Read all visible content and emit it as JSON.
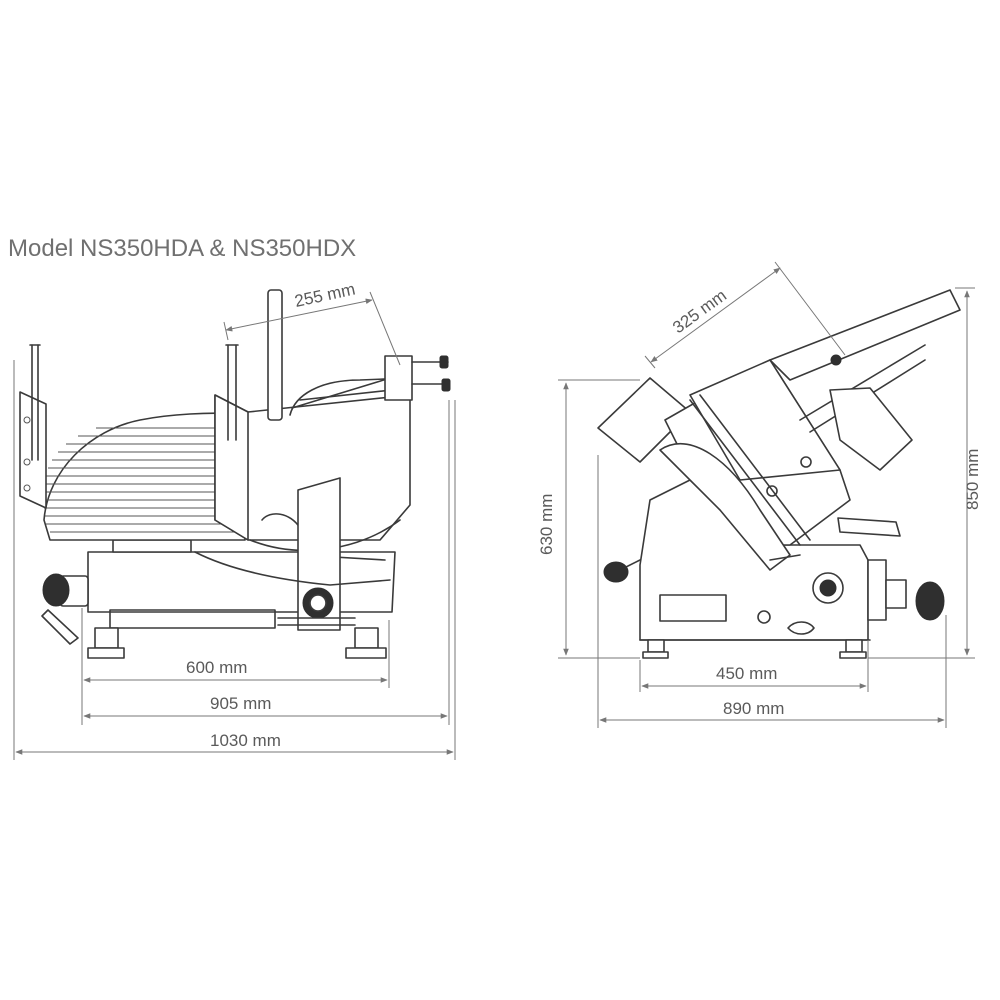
{
  "title": "Model NS350HDA & NS350HDX",
  "front_view": {
    "dims": {
      "carriage_stroke": "255 mm",
      "base_width": "600 mm",
      "overall_width": "905 mm",
      "max_width": "1030 mm"
    }
  },
  "side_view": {
    "dims": {
      "blade_span": "325 mm",
      "body_height": "630 mm",
      "max_height": "850 mm",
      "base_depth": "450 mm",
      "overall_depth": "890 mm"
    }
  },
  "colors": {
    "line": "#3a3a3a",
    "text": "#5a5a5a",
    "title": "#707070"
  }
}
